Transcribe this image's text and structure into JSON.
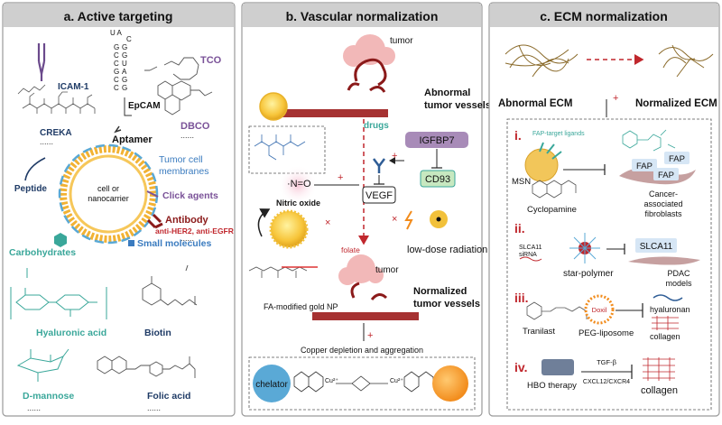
{
  "panel_a": {
    "title": "a. Active targeting",
    "icam": "ICAM-1",
    "creka": "CREKA",
    "creka_dots": "......",
    "aptamer_seq": [
      "U A",
      "C",
      "G",
      "G",
      "C",
      "G",
      "C",
      "U",
      "G",
      "A",
      "C",
      "G",
      "C",
      "G"
    ],
    "epcam": "EpCAM",
    "aptamer": "Aptamer",
    "tco": "TCO",
    "dbco": "DBCO",
    "dbco_dots": "......",
    "peptide": "Peptide",
    "tumor_membranes": "Tumor cell\nmembranes",
    "cell_nano": "cell or\nnanocarrier",
    "click": "Click agents",
    "antibody": "Antibody",
    "antibody_sub": "anti-HER2, anti-EGFR",
    "antibody_dots": "......",
    "carbo": "Carbohydrates",
    "small_mol": "Small molecules",
    "hyaluronic": "Hyaluronic acid",
    "biotin": "Biotin",
    "dmannose": "D-mannose",
    "folic": "Folic acid",
    "dots_left": "......",
    "dots_right": "......"
  },
  "panel_b": {
    "title": "b. Vascular normalization",
    "tumor": "tumor",
    "abnormal": "Abnormal\ntumor vessels",
    "drugs": "drugs",
    "no_formula": "·N=O",
    "nitric": "Nitric oxide",
    "igfbp7": "IGFBP7",
    "vegf": "VEGF",
    "cd93": "CD93",
    "lowdose": "low-dose radiation",
    "folate": "folate",
    "tumor2": "tumor",
    "famod": "FA-modified gold NP",
    "normalized": "Normalized\ntumor vessels",
    "copper": "Copper depletion and aggregation",
    "chelator": "chelator",
    "cu": "Cu²⁺",
    "plus": "+",
    "minus": "×"
  },
  "panel_c": {
    "title": "c. ECM normalization",
    "abnormal_ecm": "Abnormal ECM",
    "normalized_ecm": "Normalized ECM",
    "plus": "+",
    "i": "i.",
    "fap_ligands": "FAP-target ligands",
    "msn": "MSN",
    "fap": "FAP",
    "cyclopamine": "Cyclopamine",
    "caf": "Cancer-\nassociated\nfibroblasts",
    "ii": "ii.",
    "slca11_sirna": "SLCA11\nsiRNA",
    "star": "star-polymer",
    "slca11": "SLCA11",
    "pdac": "PDAC\nmodels",
    "iii": "iii.",
    "tranilast": "Tranilast",
    "doxil": "Doxil",
    "peg": "PEG-liposome",
    "hyaluronan": "hyaluronan",
    "collagen": "collagen",
    "iv": "iv.",
    "hbo": "HBO therapy",
    "tgf": "TGF-β",
    "cxcl": "CXCL12/CXCR4",
    "collagen2": "collagen"
  },
  "colors": {
    "header_bg": "#cfcfcf",
    "red": "#c0272d",
    "purple": "#7a5298",
    "blue": "#2f5d96",
    "teal": "#3aa79a",
    "navy": "#1f3b66",
    "maroon": "#8b1a1a",
    "orange": "#f2a93b"
  }
}
